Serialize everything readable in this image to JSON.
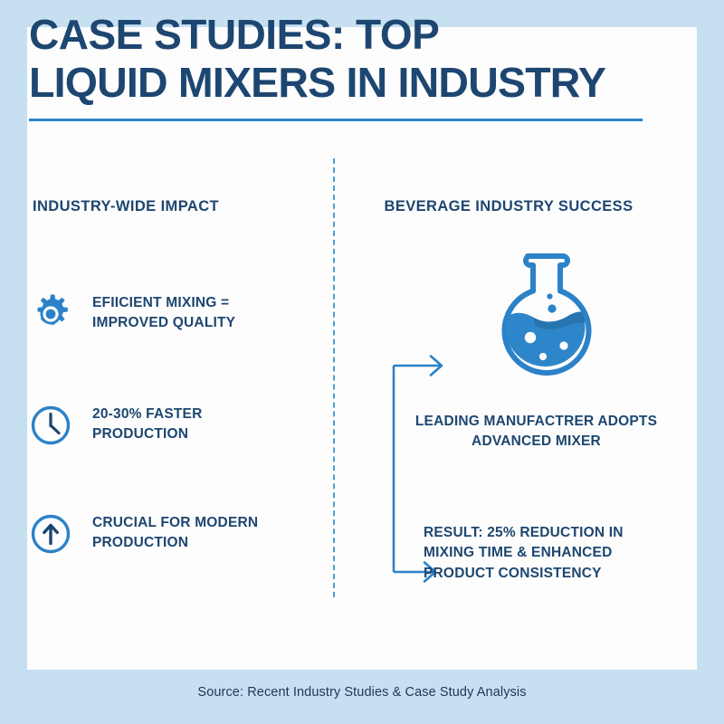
{
  "palette": {
    "frame_bg": "#c7e0f1",
    "card_bg": "#fdfdfd",
    "title_navy": "#1d4670",
    "accent_blue": "#2b82c9",
    "icon_blue": "#2b82c9",
    "divider_blue": "#4f9ed6",
    "footer_text": "#1d3557"
  },
  "title": {
    "line1": "CASE STUDIES: TOP",
    "line2": "LIQUID MIXERS IN INDUSTRY"
  },
  "columns": {
    "left": {
      "heading": "INDUSTRY-WIDE IMPACT",
      "items": [
        {
          "icon": "gear-icon",
          "line1": "EFIICIENT MIXING =",
          "line2": "IMPROVED QUALITY"
        },
        {
          "icon": "clock-icon",
          "line1": "20-30% FASTER",
          "line2": "PRODUCTION"
        },
        {
          "icon": "up-arrow-circle-icon",
          "line1": "CRUCIAL FOR MODERN",
          "line2": "PRODUCTION"
        }
      ]
    },
    "right": {
      "heading": "BEVERAGE INDUSTRY SUCCESS",
      "icon": "flask-icon",
      "step_label": "LEADING MANUFACTRER ADOPTS ADVANCED MIXER",
      "result_label": "RESULT: 25% REDUCTION IN MIXING TIME & ENHANCED PRODUCT CONSISTENCY"
    }
  },
  "footer": {
    "source": "Source: Recent Industry Studies & Case Study Analysis"
  }
}
